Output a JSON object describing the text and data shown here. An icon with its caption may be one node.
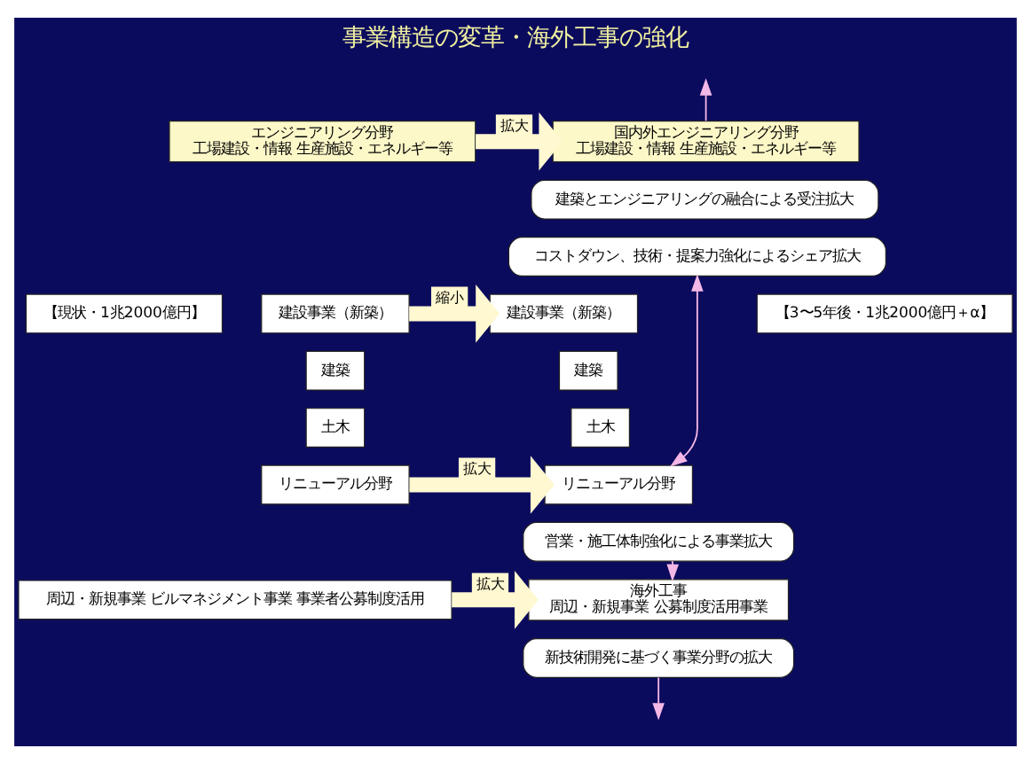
{
  "diagram": {
    "title": "事業構造の変革・海外工事の強化",
    "nodes": [
      {
        "text": [
          "【現状・1兆2000億円】"
        ]
      },
      {
        "text": [
          "エンジニアリング分野",
          "工場建設・情報 生産施設・エネルギー等"
        ]
      },
      {
        "text": [
          "建設事業（新築）"
        ]
      },
      {
        "text": [
          "建築"
        ]
      },
      {
        "text": [
          "土木"
        ]
      },
      {
        "text": [
          "リニューアル分野"
        ]
      },
      {
        "text": [
          "周辺・新規事業 ビルマネジメント事業 事業者公募制度活用"
        ]
      },
      {
        "text": [
          "国内外エンジニアリング分野",
          "工場建設・情報 生産施設・エネルギー等"
        ]
      },
      {
        "text": [
          "建築とエンジニアリングの融合による受注拡大"
        ]
      },
      {
        "text": [
          "コストダウン、技術・提案力強化によるシェア拡大"
        ]
      },
      {
        "text": [
          "建設事業（新築）"
        ]
      },
      {
        "text": [
          "建築"
        ]
      },
      {
        "text": [
          "土木"
        ]
      },
      {
        "text": [
          "リニューアル分野"
        ]
      },
      {
        "text": [
          "営業・施工体制強化による事業拡大"
        ]
      },
      {
        "text": [
          "海外工事",
          "周辺・新規事業 公募制度活用事業"
        ]
      },
      {
        "text": [
          "新技術開発に基づく事業分野の拡大"
        ]
      },
      {
        "text": [
          "【3〜5年後・1兆2000億円＋α】"
        ]
      }
    ],
    "edges": [
      {
        "from": 1,
        "to": 7,
        "arrow": "to",
        "label": "拡大",
        "style": "thick"
      },
      {
        "from": 2,
        "to": 10,
        "arrow": "to",
        "label": "縮小",
        "style": "thick"
      },
      {
        "from": 5,
        "to": 13,
        "arrow": "to",
        "label": "拡大",
        "style": "thick"
      },
      {
        "from": 6,
        "to": 15,
        "arrow": "to",
        "label": "拡大",
        "style": "thick"
      },
      {
        "from": 7,
        "to": null,
        "arrow": "to",
        "color": "#f4b8e6"
      },
      {
        "from": 9,
        "to": 13,
        "arrow": "both",
        "color": "#f4b8e6"
      },
      {
        "from": 14,
        "to": 15,
        "arrow": "to",
        "color": "#f4b8e6"
      },
      {
        "from": 16,
        "to": null,
        "arrow": "to",
        "color": "#f4b8e6"
      }
    ]
  }
}
